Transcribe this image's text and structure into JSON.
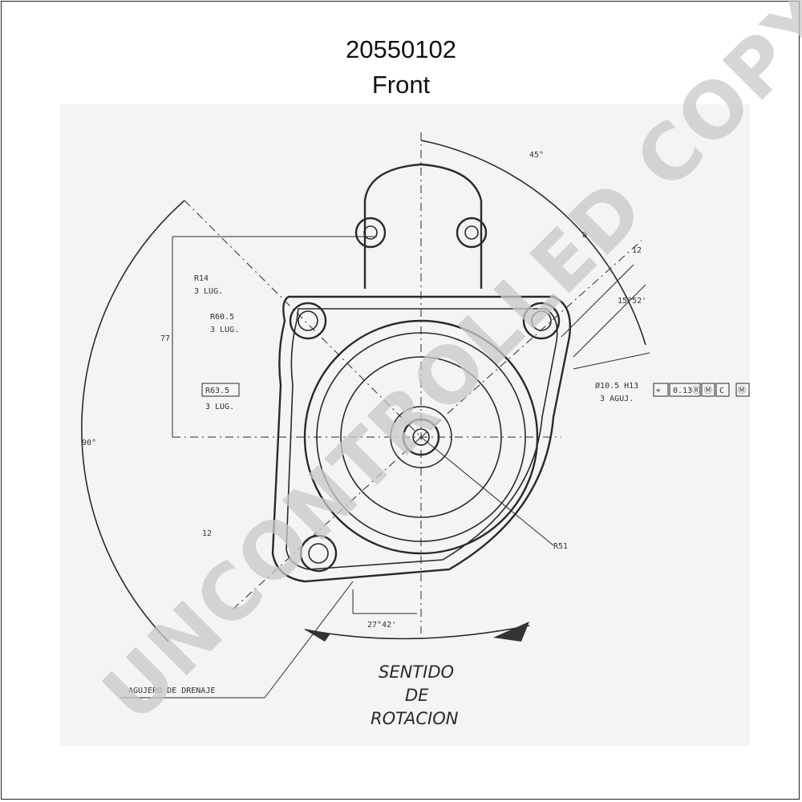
{
  "header": {
    "part_number": "20550102",
    "view": "Front"
  },
  "labels": {
    "angle_top": "45°",
    "dim_8": "8",
    "dim_12_top": "12",
    "angle_right": "15°52'",
    "r14": "R14",
    "r14_sub": "3 LUG.",
    "r60": "R60.5",
    "r60_sub": "3 LUG.",
    "r63": "R63.5",
    "r63_sub": "3 LUG.",
    "dim_77": "77",
    "angle_90": "90°",
    "hole_spec": "Ø10.5 H13",
    "hole_sub": "3 AGUJ.",
    "gdt_position": "⌖",
    "gdt_tol": "0.13Ⓡ",
    "gdt_datum_m": "Ⓜ",
    "gdt_datum_c": "C",
    "gdt_extra": "Ⓜ",
    "r51": "R51",
    "dim_12_bottom": "12",
    "angle_bottom": "27°42'",
    "drain": "AGUJERO DE DRENAJE",
    "rotation_line1": "SENTIDO",
    "rotation_line2": "DE",
    "rotation_line3": "ROTACION"
  },
  "watermark": "UNCONTROLLED COPY"
}
